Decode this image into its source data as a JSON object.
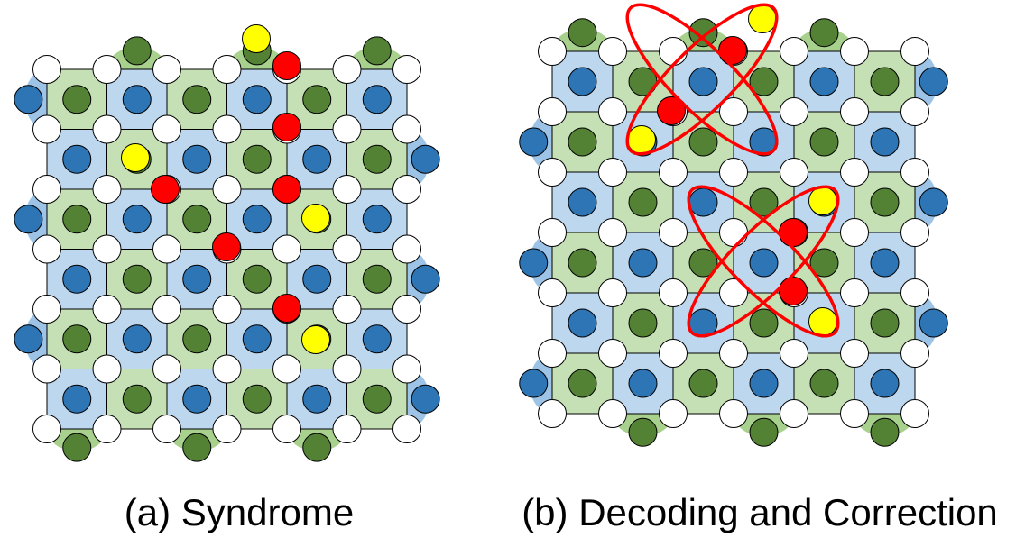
{
  "panels": [
    {
      "id": "a",
      "caption": "(a) Syndrome"
    },
    {
      "id": "b",
      "caption": "(b) Decoding and Correction"
    }
  ],
  "colors": {
    "x_plaquette": "#c5e0b4",
    "z_plaquette": "#bdd7ee",
    "x_boundary": "#a9d18e",
    "z_boundary": "#9dc3e6",
    "x_ancilla": "#548235",
    "z_ancilla": "#2e75b6",
    "data_qubit": "#ffffff",
    "error_qubit": "#ff0000",
    "syndrome_ancilla": "#ffff00",
    "matching_ellipse": "#ff0000",
    "outline": "#000000"
  },
  "legend_semantics": {
    "data_qubit": "white circle",
    "x_ancilla": "green circle",
    "z_ancilla": "blue circle",
    "error_qubit": "red circle",
    "syndrome_ancilla": "yellow circle"
  }
}
